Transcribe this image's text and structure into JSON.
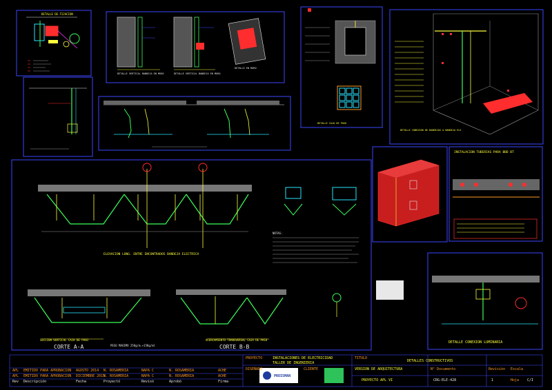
{
  "colors": {
    "frame": "#3c46ff",
    "red": "#ff2d2d",
    "yellow": "#ffff3c",
    "green": "#3cff5a",
    "cyan": "#28e6ff",
    "magenta": "#ff3cff",
    "white": "#e8e8e8",
    "gray": "#9a9a9a",
    "orange": "#ff9b28"
  },
  "panels": {
    "detail_fixation": "DETALLE DE FIJACION",
    "wall_left": "DETALLE VERTICAL BANDEJA EN MURO",
    "wall_mid": "DETALLE VERTICAL BANDEJA EN MURO",
    "panel_recess": "DETALLE EN MURO",
    "section_box": "DETALLE CAJA DE PASO",
    "iso_title": "DETALLE CONEXION DE BANDEJAS A BANDEJA ELE",
    "cable_tray_title": "ELEVACION LONG. ENTRE ENCONTRADOS BANDEJA ELECTRICA",
    "corte_aa": "CORTE A-A",
    "corte_bb": "CORTE B-B",
    "corte_aa_sub": "SECCION VERTICAL CAJA DE PASO",
    "corte_bb_sub": "ACERCAMIENTO TRANSVERSAL CAJA DE PASO",
    "detalle_luminaria": "DETALLE CONEXION LUMINARIA",
    "tuberia_title": "INSTALACION TUBERIAS PARA BBD BT",
    "notes_title": "NOTAS:",
    "peso": "PESO MAXIMO 25Kg/m.+15Kg/ml"
  },
  "titleblock": {
    "proyecto_label": "PROYECTO",
    "proyecto_value": "INSTALACIONES DE ELECTRICIDAD",
    "proyecto_sub": "TALLER DE INGENIERIA",
    "cliente_label": "CLIENTE",
    "disenado": "DISEÑADO",
    "logo_text": "PROISMAN",
    "titulo_label": "TITULO",
    "titulo_value": "DETALLES CONSTRUCTIVOS",
    "version": "VERSION DE ARQUITECTURA",
    "proyecto_code": "PROYECTO APL VI",
    "doc_label": "N° Documento",
    "doc_value": "CRG-ELE-428",
    "rev_label": "Revisión",
    "rev_value": "1",
    "escala_label": "Escala",
    "hoja_label": "Hoja",
    "hoja_value": "C/I",
    "rows": [
      {
        "rev": "APL",
        "desc": "EMITIDO PARA APROBACION",
        "fecha": "AGOSTO 2014",
        "by": "N. ROSAMERIA",
        "chk": "NAPA C",
        "apr": "N. ROSAMERIA",
        "firma": "ACHE"
      },
      {
        "rev": "APL",
        "desc": "EMITIDO PARA APROBACION",
        "fecha": "DICIEMBRE 2015",
        "by": "N. ROSAMERIA",
        "chk": "NAPA C",
        "apr": "N. ROSAMERIA",
        "firma": "ACHE"
      },
      {
        "rev": "Rev",
        "desc": "Descripción",
        "fecha": "Fecha",
        "by": "Proyectó",
        "chk": "Revisó",
        "apr": "Aprobó",
        "firma": "Firma"
      }
    ]
  }
}
